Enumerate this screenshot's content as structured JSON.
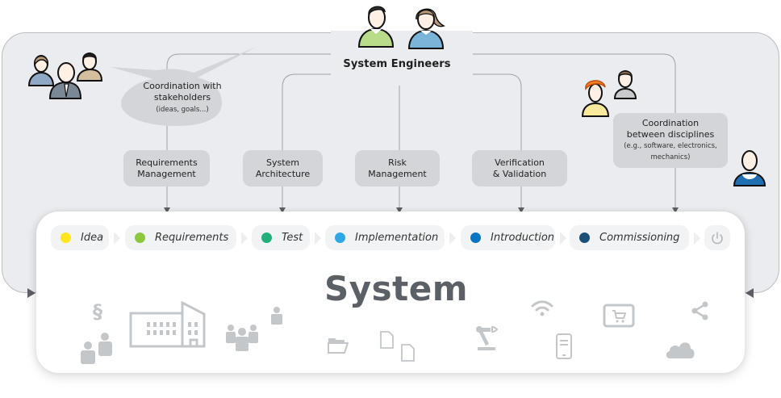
{
  "diagram": {
    "engineers_label": "System Engineers",
    "stakeholder_bubble": {
      "title": "Coordination with stakeholders",
      "title_line1": "Coordination with",
      "title_line2": "stakeholders",
      "subtitle": "(ideas, goals...)"
    },
    "disciplines_box": {
      "title_line1": "Coordination",
      "title_line2": "between disciplines",
      "subtitle_line1": "(e.g., software, electronics,",
      "subtitle_line2": "mechanics)"
    },
    "activities": [
      {
        "line1": "Requirements",
        "line2": "Management"
      },
      {
        "line1": "System",
        "line2": "Architecture"
      },
      {
        "line1": "Risk",
        "line2": "Management"
      },
      {
        "line1": "Verification",
        "line2": "& Validation"
      }
    ],
    "phases": [
      {
        "label": "Idea",
        "color": "#ffe51a"
      },
      {
        "label": "Requirements",
        "color": "#8dc63f"
      },
      {
        "label": "Test",
        "color": "#21b07a"
      },
      {
        "label": "Implementation",
        "color": "#2da8e2"
      },
      {
        "label": "Introduction",
        "color": "#0a74c4"
      },
      {
        "label": "Commissioning",
        "color": "#1b4f78"
      }
    ],
    "power_icon": "power-icon",
    "system_title": "System",
    "system_icons": [
      "paragraph-icon",
      "people-pair-icon",
      "factory-building-icon",
      "team-icon",
      "person-icon",
      "folder-icon",
      "documents-icon",
      "robot-arm-icon",
      "wifi-icon",
      "mobile-device-icon",
      "shopping-cart-screen-icon",
      "share-icon",
      "cloud-icon"
    ],
    "colors": {
      "frame": "#eaecef",
      "box": "#d3d5d8",
      "icon_grey": "#c4c7ca",
      "title": "#5a6066",
      "arrow": "#5d6166"
    }
  }
}
